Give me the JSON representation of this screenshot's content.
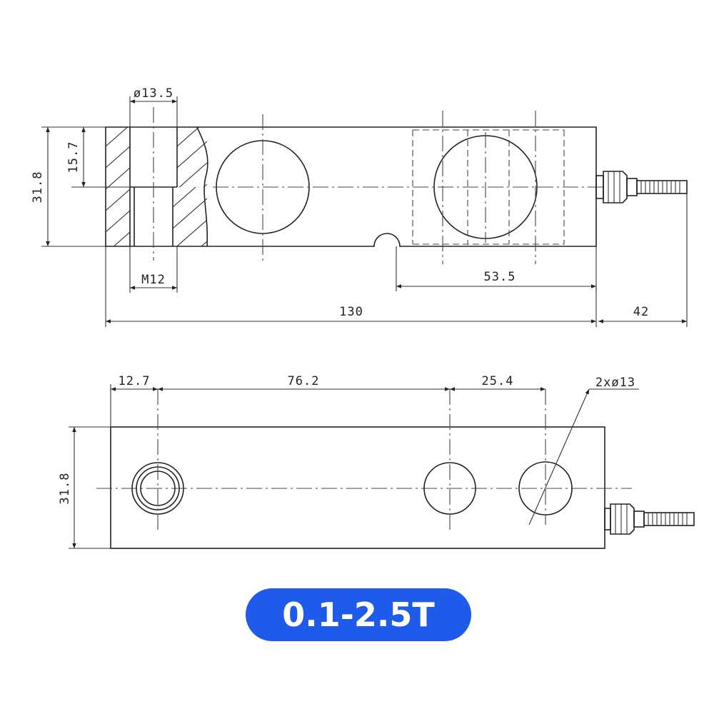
{
  "top_view": {
    "dim_hole_diameter": "ø13.5",
    "dim_counterbore_depth": "15.7",
    "dim_height": "31.8",
    "dim_thread": "M12",
    "dim_hole_spacing": "53.5",
    "dim_length": "130",
    "dim_cable": "42"
  },
  "bottom_view": {
    "dim_end_offset": "12.7",
    "dim_center_spacing": "76.2",
    "dim_hole_pitch": "25.4",
    "dim_holes": "2xø13",
    "dim_height": "31.8"
  },
  "badge": {
    "label": "0.1-2.5T",
    "color": "#1f5bea"
  }
}
